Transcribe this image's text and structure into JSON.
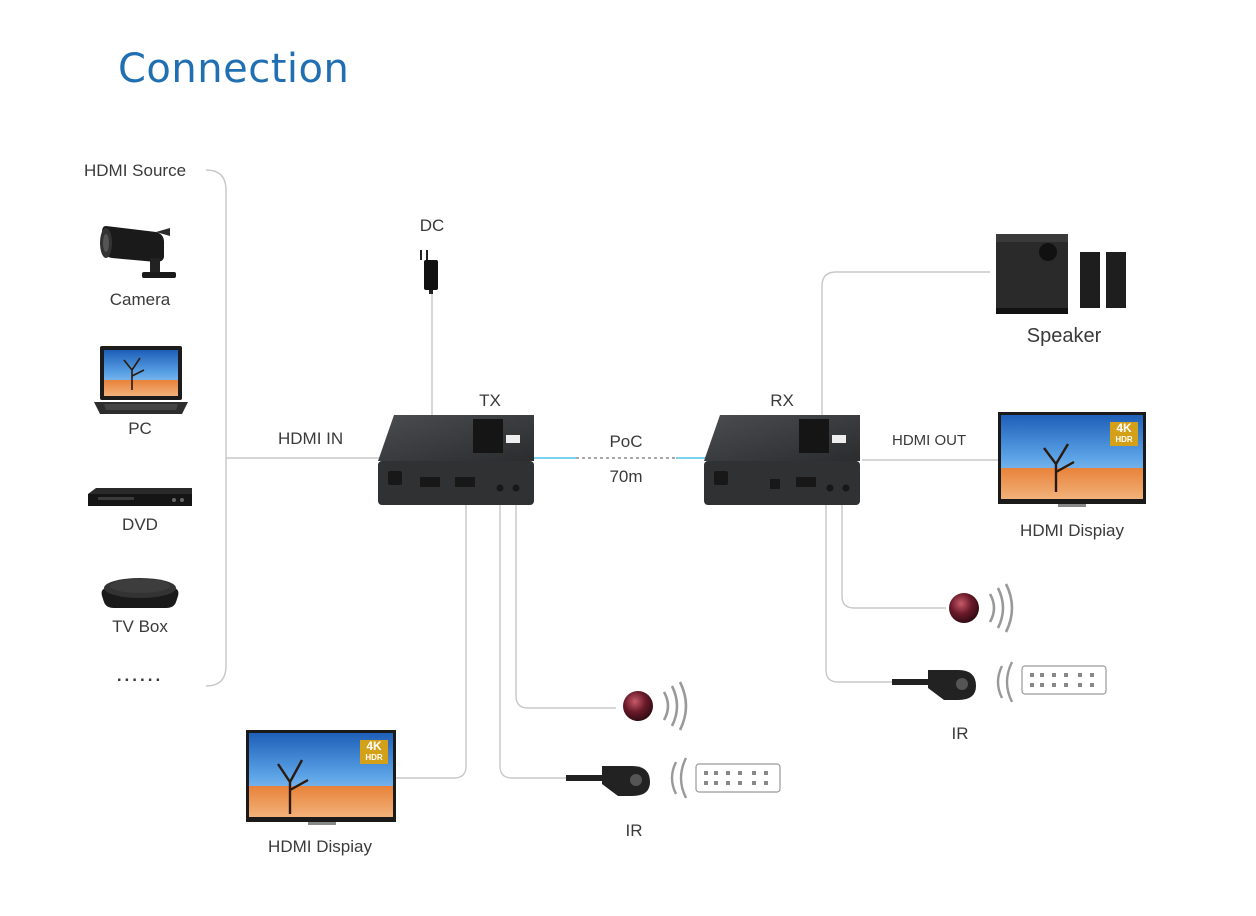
{
  "title": "Connection",
  "sources": {
    "header": "HDMI Source",
    "items": [
      {
        "label": "Camera",
        "icon": "camera-icon"
      },
      {
        "label": "PC",
        "icon": "laptop-icon"
      },
      {
        "label": "DVD",
        "icon": "dvd-player-icon"
      },
      {
        "label": "TV Box",
        "icon": "tv-box-icon"
      }
    ],
    "more": "......"
  },
  "labels": {
    "hdmi_in": "HDMI IN",
    "dc": "DC",
    "tx": "TX",
    "rx": "RX",
    "poc": "PoC",
    "distance": "70m",
    "hdmi_out": "HDMI OUT",
    "speaker": "Speaker",
    "display_right": "HDMI Dispiay",
    "display_left": "HDMI Dispiay",
    "ir_left": "IR",
    "ir_right": "IR"
  },
  "tv_badge": {
    "top": "4K",
    "bottom": "HDR"
  },
  "colors": {
    "title": "#1f6fb2",
    "line": "#c8c8c8",
    "link": "#4fc3e8",
    "device_body": "#2f3133",
    "badge_bg": "#d4a017"
  }
}
